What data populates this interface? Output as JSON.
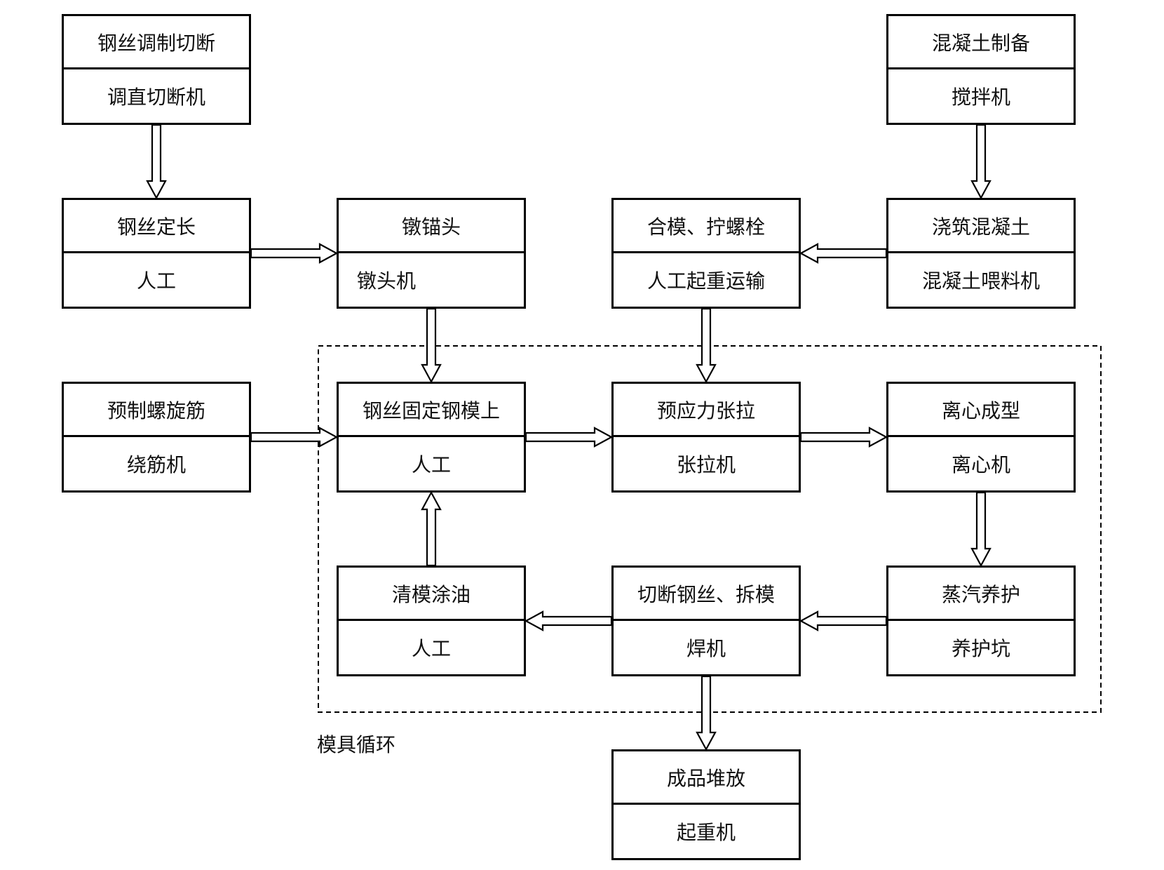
{
  "diagram": {
    "nodes": {
      "n1": {
        "step": "钢丝调制切断",
        "tool": "调直切断机"
      },
      "n2": {
        "step": "钢丝定长",
        "tool": "人工"
      },
      "n3": {
        "step": "镦锚头",
        "tool": "镦头机"
      },
      "n4": {
        "step": "合模、拧螺栓",
        "tool": "人工起重运输"
      },
      "n5": {
        "step": "混凝土制备",
        "tool": "搅拌机"
      },
      "n6": {
        "step": "浇筑混凝土",
        "tool": "混凝土喂料机"
      },
      "n7": {
        "step": "预制螺旋筋",
        "tool": "绕筋机"
      },
      "n8": {
        "step": "钢丝固定钢模上",
        "tool": "人工"
      },
      "n9": {
        "step": "预应力张拉",
        "tool": "张拉机"
      },
      "n10": {
        "step": "离心成型",
        "tool": "离心机"
      },
      "n11": {
        "step": "清模涂油",
        "tool": "人工"
      },
      "n12": {
        "step": "切断钢丝、拆模",
        "tool": "焊机"
      },
      "n13": {
        "step": "蒸汽养护",
        "tool": "养护坑"
      },
      "n14": {
        "step": "成品堆放",
        "tool": "起重机"
      }
    },
    "loop_label": "模具循环",
    "edges": [
      {
        "from": "n1",
        "to": "n2"
      },
      {
        "from": "n2",
        "to": "n3"
      },
      {
        "from": "n5",
        "to": "n6"
      },
      {
        "from": "n6",
        "to": "n4"
      },
      {
        "from": "n3",
        "to": "n8"
      },
      {
        "from": "n4",
        "to": "n9"
      },
      {
        "from": "n7",
        "to": "n8"
      },
      {
        "from": "n8",
        "to": "n9"
      },
      {
        "from": "n9",
        "to": "n10"
      },
      {
        "from": "n10",
        "to": "n13"
      },
      {
        "from": "n13",
        "to": "n12"
      },
      {
        "from": "n12",
        "to": "n11"
      },
      {
        "from": "n11",
        "to": "n8"
      },
      {
        "from": "n12",
        "to": "n14"
      }
    ]
  }
}
